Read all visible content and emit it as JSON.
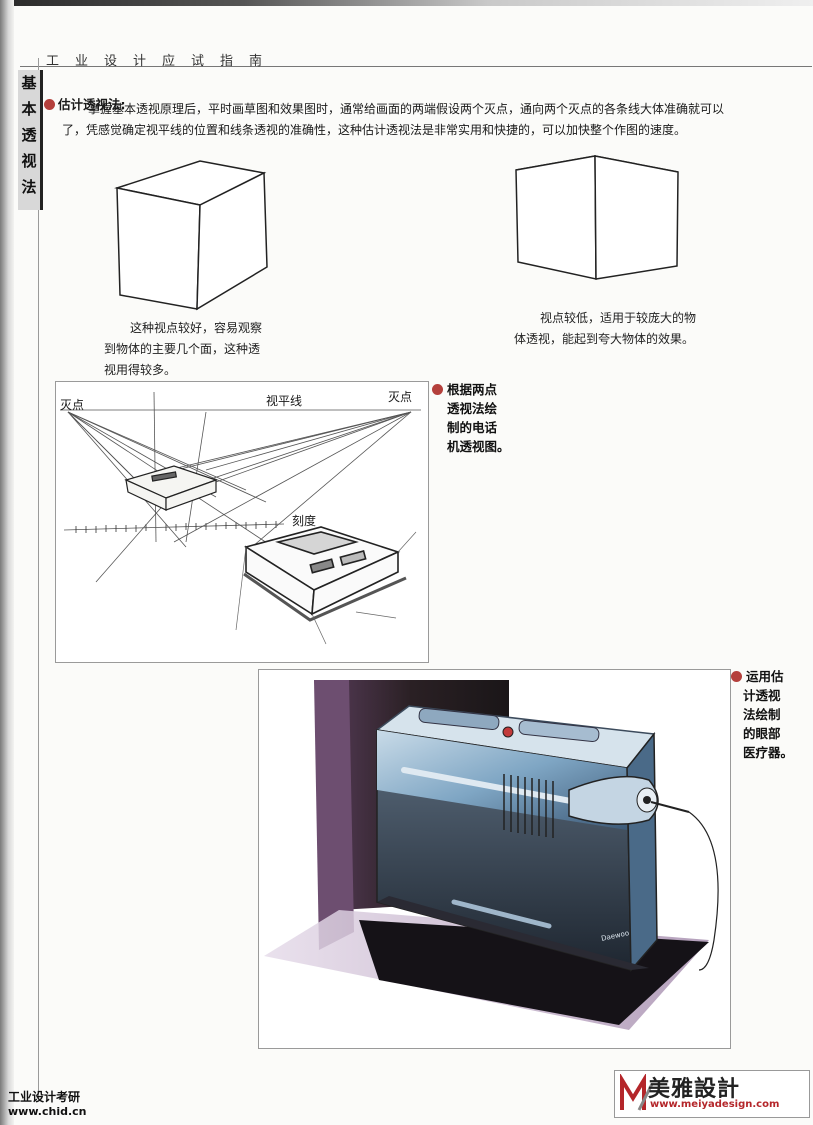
{
  "header": {
    "book_title": "工业设计应试指南"
  },
  "side_tab": {
    "chars": [
      "基",
      "本",
      "透",
      "视",
      "法"
    ]
  },
  "section": {
    "title": "估计透视法:",
    "para_line1": "掌握基本透视原理后，平时画草图和效果图时，通常给画面的两端假设两个灭点，通向两个灭点的各条线大体准确就可以",
    "para_line2": "了，凭感觉确定视平线的位置和线条透视的准确性，这种估计透视法是非常实用和快捷的，可以加快整个作图的速度。"
  },
  "cube_left": {
    "caption_lines": [
      "这种视点较好，容易观察",
      "到物体的主要几个面，这种透",
      "视用得较多。"
    ]
  },
  "cube_right": {
    "caption_lines": [
      "视点较低，适用于较庞大的物",
      "体透视，能起到夸大物体的效果。"
    ]
  },
  "phone_figure": {
    "label_vp_left": "灭点",
    "label_horizon": "视平线",
    "label_vp_right": "灭点",
    "label_scale": "刻度",
    "side_note_lines": [
      "根据两点",
      "透视法绘",
      "制的电话",
      "机透视图。"
    ]
  },
  "device_figure": {
    "side_note_lines": [
      "运用估",
      "计透视",
      "法绘制",
      "的眼部",
      "医疗器。"
    ],
    "product_badge": "Daewoo"
  },
  "footer": {
    "left_text": "工业设计考研",
    "left_url": "www.chid.cn",
    "logo_text": "美雅設計",
    "logo_url": "www.meiyadesign.com"
  },
  "colors": {
    "bullet": "#b4403c",
    "logo_red": "#b4262a",
    "device_blue": "#7fa6c4",
    "device_dark": "#2a2630"
  }
}
